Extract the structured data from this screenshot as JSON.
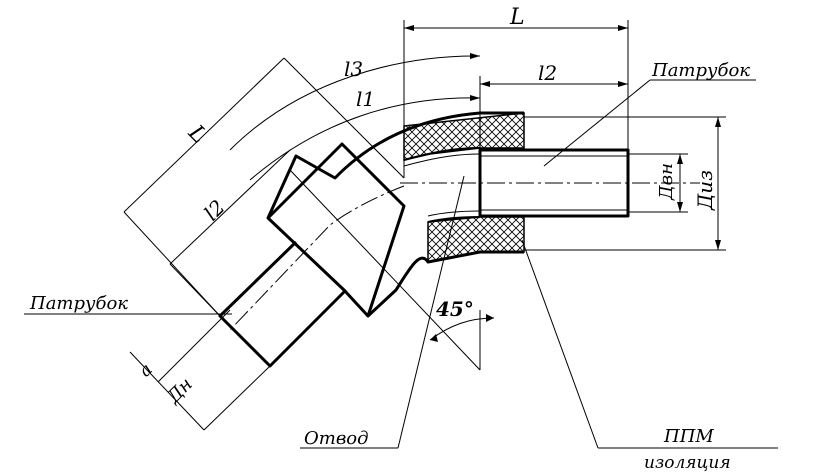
{
  "labels": {
    "top_L": "L",
    "l3": "l3",
    "l1": "l1",
    "top_l2": "l2",
    "patrubok_right": "Патрубок",
    "d_vn": "Двн",
    "d_iz": "Диз",
    "left_L": "L",
    "left_l2": "l2",
    "patrubok_left": "Патрубок",
    "angle": "45°",
    "a": "a",
    "d_n": "Дн",
    "otvod": "Отвод",
    "ppm": "ППМ",
    "izolyaciya": "изоляция"
  }
}
